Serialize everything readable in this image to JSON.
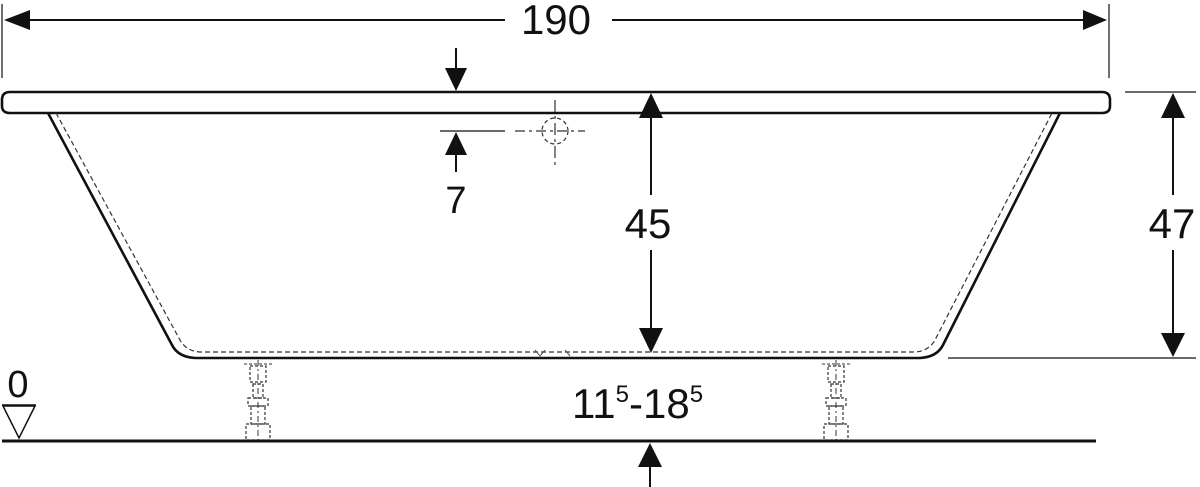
{
  "dimensions": {
    "overall_length": "190",
    "inner_depth": "45",
    "overall_height": "47",
    "overflow_offset": "7",
    "foot_height": {
      "main1": "11",
      "sup1": "5",
      "dash": "-",
      "main2": "18",
      "sup2": "5"
    },
    "floor_level": "0"
  },
  "colors": {
    "line": "#111111",
    "background": "#ffffff"
  }
}
